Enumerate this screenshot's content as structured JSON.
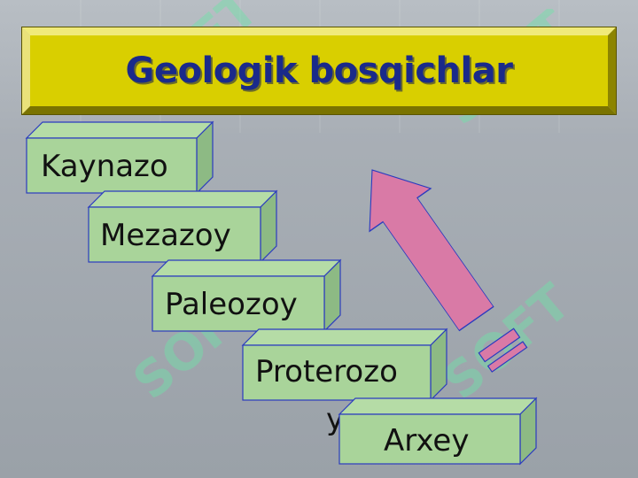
{
  "title": "Geologik bosqichlar",
  "watermark_text": "SOFT",
  "eras": [
    {
      "label": "Kaynazo"
    },
    {
      "label": "Mezazoy"
    },
    {
      "label": "Paleozoy"
    },
    {
      "label": "Proterozo"
    },
    {
      "label": "y"
    },
    {
      "label": "Arxey"
    }
  ],
  "icons": {
    "arrow": "up-arrow-icon"
  },
  "colors": {
    "background": "#a6acb3",
    "title_fill": "#d9cf00",
    "title_text": "#1a2a8a",
    "step_front": "#a9d49a",
    "step_side": "#8dba84",
    "step_border": "#2b3bbf",
    "arrow_fill": "#d97aa6"
  }
}
